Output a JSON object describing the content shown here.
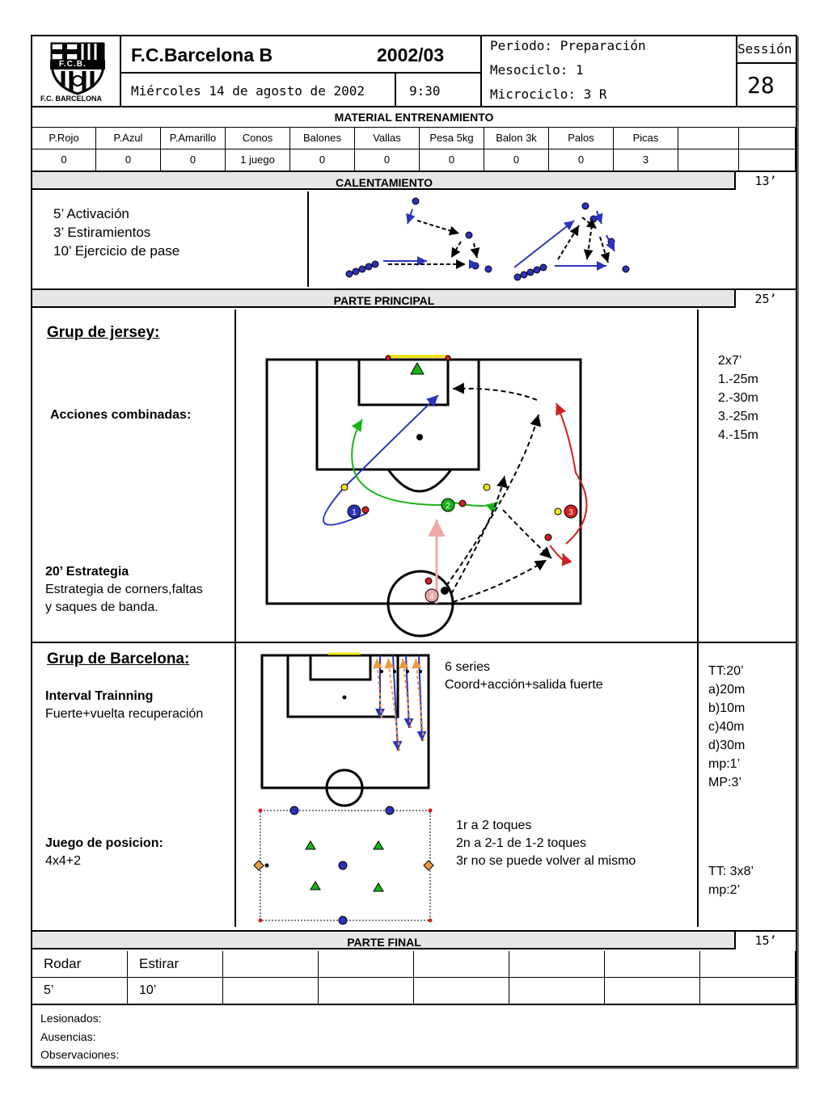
{
  "header": {
    "logo": {
      "top_text": "F.C.B.",
      "bottom_text": "F.C. BARCELONA"
    },
    "team": "F.C.Barcelona B",
    "season": "2002/03",
    "date": "Miércoles 14 de agosto de 2002",
    "time": "9:30",
    "periodo": "Periodo: Preparación",
    "mesociclo": "Mesociclo: 1",
    "microciclo": "Microciclo: 3  R",
    "session_label": "Sessión",
    "session_number": "28"
  },
  "material": {
    "title": "MATERIAL ENTRENAMIENTO",
    "columns": [
      "P.Rojo",
      "P.Azul",
      "P.Amarillo",
      "Conos",
      "Balones",
      "Vallas",
      "Pesa 5kg",
      "Balon 3k",
      "Palos",
      "Picas",
      "",
      ""
    ],
    "values": [
      "0",
      "0",
      "0",
      "1 juego",
      "0",
      "0",
      "0",
      "0",
      "0",
      "3",
      "",
      ""
    ]
  },
  "calentamiento": {
    "title": "CALENTAMIENTO",
    "minutes": "13’",
    "items": [
      "5’   Activación",
      "3’   Estiramientos",
      "10’ Ejercicio de pase"
    ]
  },
  "principal": {
    "title": "PARTE PRINCIPAL",
    "minutes": "25’",
    "jersey": {
      "heading": "Grup de jersey:",
      "acciones": "Acciones combinadas:",
      "estrategia_title": "20’ Estrategia",
      "estrategia_line1": "Estrategia de corners,faltas",
      "estrategia_line2": "y saques de banda.",
      "notes": [
        "2x7’",
        "1.-25m",
        "2.-30m",
        "3.-25m",
        "4.-15m"
      ],
      "player_numbers": [
        "1",
        "2",
        "3",
        "4"
      ]
    },
    "barcelona": {
      "heading": "Grup de Barcelona:",
      "interval_title": "Interval Trainning",
      "interval_desc": "Fuerte+vuelta recuperación",
      "series": "6 series",
      "series_desc": "Coord+acción+salida fuerte",
      "juego_title": "Juego de posicion:",
      "juego_desc": "4x4+2",
      "rules": [
        "1r a 2 toques",
        "2n a 2-1 de 1-2 toques",
        "3r  no se puede volver al mismo"
      ],
      "notes_top": [
        "TT:20’",
        "a)20m",
        "b)10m",
        "c)40m",
        "d)30m",
        "mp:1’",
        "MP:3’"
      ],
      "notes_bottom": [
        "TT: 3x8’",
        "mp:2’"
      ]
    }
  },
  "final": {
    "title": "PARTE FINAL",
    "minutes": "15’",
    "headers": [
      "Rodar",
      "Estirar",
      "",
      "",
      "",
      "",
      "",
      ""
    ],
    "values": [
      "5’",
      "10’",
      "",
      "",
      "",
      "",
      "",
      ""
    ]
  },
  "footer": {
    "lesionados": "Lesionados:",
    "ausencias": "Ausencias:",
    "observaciones": "Observaciones:"
  },
  "colors": {
    "red": "#d21f1f",
    "blue": "#2b33b8",
    "green": "#17b417",
    "yellow": "#f2e21c",
    "pink": "#f0a7a7",
    "orange": "#f09a40",
    "section_bg": "#e6e6e6"
  }
}
